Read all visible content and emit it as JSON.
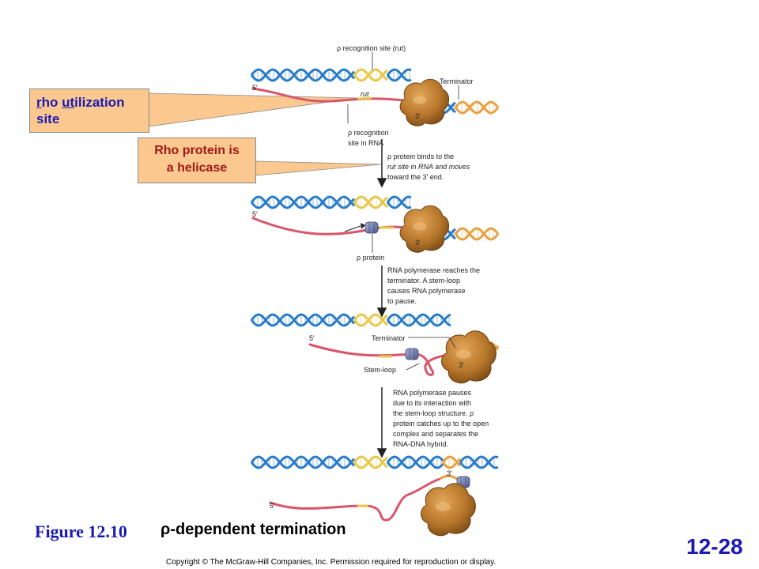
{
  "callouts": {
    "rut_p1": "r",
    "rut_p2": "ho ",
    "rut_p3": "ut",
    "rut_p4": "ilization",
    "rut_line2": "site",
    "helicase_line1": "Rho protein is",
    "helicase_line2": "a helicase"
  },
  "panel1": {
    "recognition_site": "ρ recognition site (rut)",
    "terminator": "Terminator",
    "five_prime": "5′",
    "rut": "rut",
    "three_prime": "3′",
    "rna_site_line1": "ρ recognition",
    "rna_site_line2": "site in RNA"
  },
  "step1": {
    "line1": "ρ  protein binds to the",
    "line2": "rut site in RNA and moves",
    "line3": "toward the 3′ end."
  },
  "panel2": {
    "five_prime": "5′",
    "three_prime": "3′",
    "rho_protein": "ρ  protein"
  },
  "step2": {
    "line1": "RNA polymerase reaches the",
    "line2": "terminator. A stem-loop",
    "line3": "causes RNA polymerase",
    "line4": "to pause."
  },
  "panel3": {
    "five_prime": "5′",
    "terminator": "Terminator",
    "stem_loop": "Stem-loop",
    "three_prime": "3′"
  },
  "step3": {
    "line1": "RNA polymerase pauses",
    "line2": "due to its interaction with",
    "line3": "the stem-loop structure. ρ",
    "line4": "protein catches up to the open",
    "line5": "complex and separates the",
    "line6": "RNA-DNA hybrid."
  },
  "panel4": {
    "three_prime": "3′",
    "five_prime": "5′"
  },
  "figure_label": "Figure 12.10",
  "caption": "ρ-dependent termination",
  "slide_number": "12-28",
  "copyright": "Copyright © The McGraw-Hill Companies, Inc. Permission required for reproduction or display.",
  "colors": {
    "dna_blue": "#2a7cc8",
    "rut_yellow": "#e8c84a",
    "terminator_orange": "#e8a040",
    "rna_red": "#d9566a",
    "polymerase_brown": "#b8782c",
    "rho_protein": "#7a88b8"
  }
}
